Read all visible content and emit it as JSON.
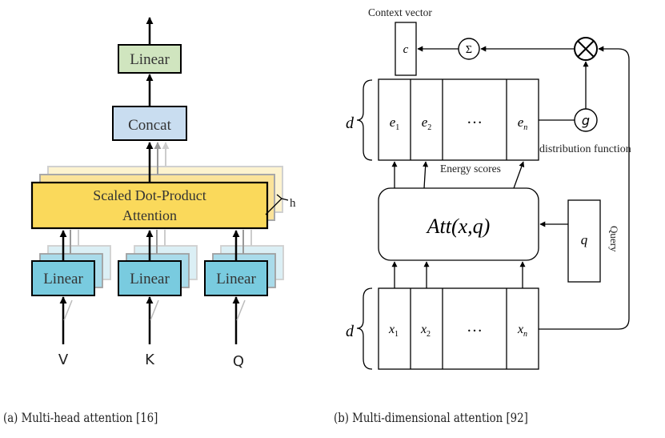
{
  "figure": {
    "panel_a": {
      "caption": "(a) Multi-head attention [16]",
      "output_linear_label": "Linear",
      "concat_label": "Concat",
      "attention_label_line1": "Scaled Dot-Product",
      "attention_label_line2": "Attention",
      "heads_label": "h",
      "input_linears": [
        {
          "label": "Linear",
          "input": "V"
        },
        {
          "label": "Linear",
          "input": "K"
        },
        {
          "label": "Linear",
          "input": "Q"
        }
      ],
      "colors": {
        "output_linear": "#d0e5bf",
        "concat": "#c9ddf0",
        "attention": "#fad95b",
        "input_linear": "#79cbdf"
      }
    },
    "panel_b": {
      "caption": "(b) Multi-dimensional attention [92]",
      "context_vector_label": "Context vector",
      "context_symbol": "c",
      "sum_symbol": "Σ",
      "multiply_symbol": "⊗",
      "distribution_symbol": "g",
      "distribution_label": "distribution function",
      "dimension_label": "d",
      "energy_cells": [
        "e1",
        "e2",
        "…",
        "en"
      ],
      "energy_label": "Energy scores",
      "attention_function": "Att(x,q)",
      "query_symbol": "q",
      "query_label": "Query",
      "input_cells": [
        "x1",
        "x2",
        "…",
        "xn"
      ]
    }
  }
}
